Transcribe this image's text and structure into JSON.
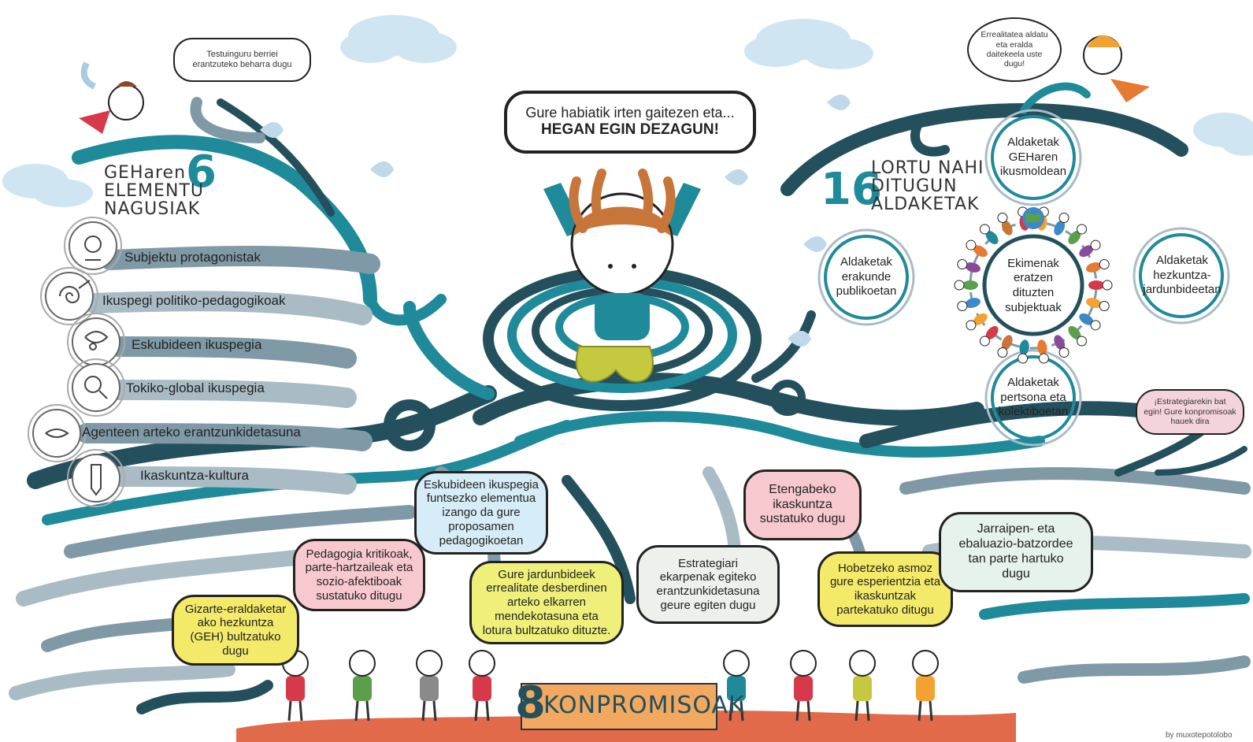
{
  "header": {
    "main_bubble": "Gure habiatik irten gaitezen eta...",
    "main_bubble_emph": "HEGAN EGIN DEZAGUN!",
    "left_small_bubble": "Testuinguru berriei\nerantzuteko beharra dugu",
    "right_small_bubble": "Errealitatea aldatu\neta eralda\ndaitekeela uste\ndugu!"
  },
  "elements": {
    "number": "6",
    "title": "GEHaren\nELEMENTU\nNAGUSIAK",
    "items": [
      {
        "label": "Subjektu protagonistak",
        "icon": "children-circle-icon"
      },
      {
        "label": "Ikuspegi politiko-pedagogikoak",
        "icon": "spiral-pencil-icon"
      },
      {
        "label": "Eskubideen ikuspegia",
        "icon": "crowd-icon"
      },
      {
        "label": "Tokiko-global ikuspegia",
        "icon": "magnifier-globe-icon"
      },
      {
        "label": "Agenteen arteko erantzunkidetasuna",
        "icon": "handshake-icon"
      },
      {
        "label": "Ikaskuntza-kultura",
        "icon": "pencil-icon"
      }
    ]
  },
  "changes": {
    "number": "16",
    "title": "LORTU NAHI\nDITUGUN\nALDAKETAK",
    "center": "Ekimenak\neratzen\ndituzten\nsubjektuak",
    "top": "Aldaketak\nGEHaren\nikusmoldean",
    "left": "Aldaketak\nerakunde\npublikoetan",
    "right": "Aldaketak\nhezkuntza-\njardunbideetan",
    "bottom": "Aldaketak\npertsona eta\nkolektiboetan",
    "side_bubble": "¡Estrategiarekin bat\negin! Gure konpromisoak\nhauek dira"
  },
  "commitments": {
    "number": "8",
    "title": "KONPROMISOAK",
    "items": [
      {
        "text": "Gizarte-eraldaketar\nako hezkuntza\n(GEH) bultzatuko\ndugu",
        "color": "#f4ea6a"
      },
      {
        "text": "Pedagogia kritikoak,\nparte-hartzaileak eta\nsozio-afektiboak\nsustatuko ditugu",
        "color": "#f7c9cf"
      },
      {
        "text": "Eskubideen ikuspegia\nfuntsezko elementua\nizango da gure\nproposamen\npedagogikoetan",
        "color": "#d6ecf7"
      },
      {
        "text": "Gure jardunbideek\nerrealitate desberdinen\narteko elkarren\nmendekotasuna eta\nlotura bultzatuko dituzte.",
        "color": "#eef07a"
      },
      {
        "text": "Estrategiari\nekarpenak egiteko\nerantzunkidetasuna\ngeure egiten dugu",
        "color": "#eef0ec"
      },
      {
        "text": "Etengabeko\nikaskuntza\nsustatuko dugu",
        "color": "#f7c9cf"
      },
      {
        "text": "Hobetzeko asmoz\ngure esperientzia eta\nikaskuntzak\npartekatuko ditugu",
        "color": "#f4ea6a"
      },
      {
        "text": "Jarraipen- eta\nebaluazio-batzordee\ntan parte hartuko\ndugu",
        "color": "#e6f2ec"
      }
    ]
  },
  "credit": "by muxotepotolobo",
  "colors": {
    "teal": "#1f8a9a",
    "dark_teal": "#23505c",
    "grey_blue": "#7f9aa6",
    "light_grey_blue": "#a9bcc6",
    "sky": "#cfe6f2",
    "ground": "#e06a4a",
    "banner": "#f3a860"
  }
}
